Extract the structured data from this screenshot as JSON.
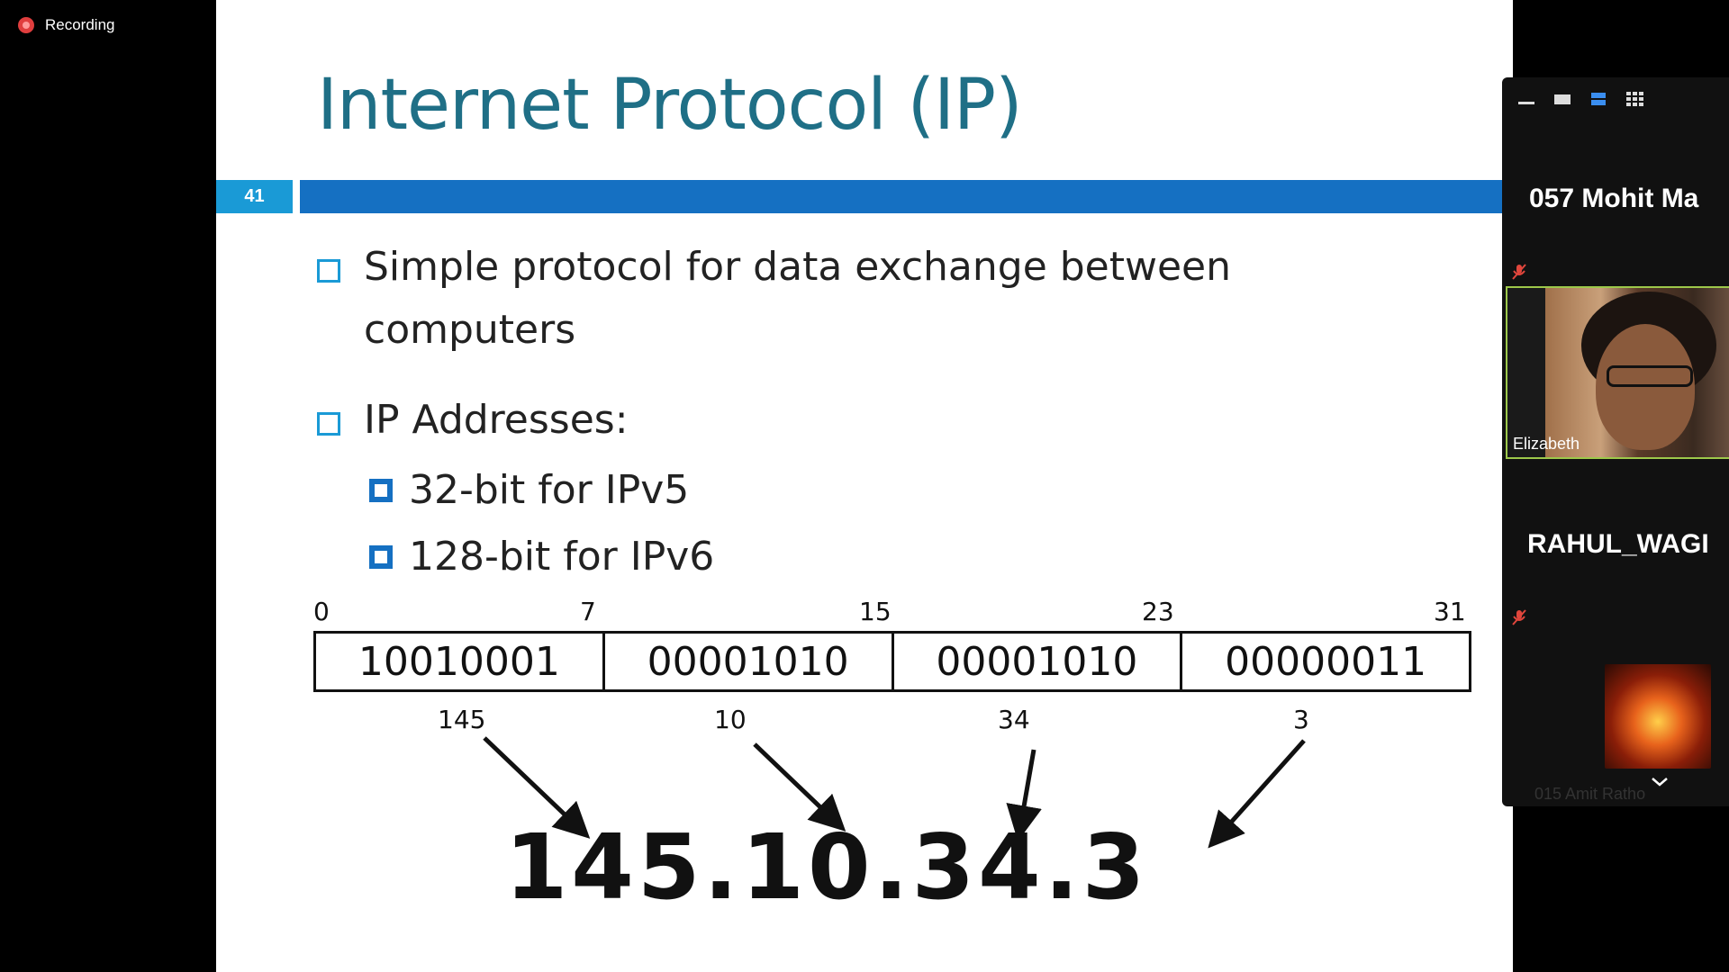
{
  "recording": {
    "label": "Recording"
  },
  "slide": {
    "title": "Internet Protocol (IP)",
    "number": "41",
    "bullets": [
      {
        "text": "Simple protocol for data exchange between computers"
      },
      {
        "text": "IP Addresses:"
      }
    ],
    "sub_bullets": [
      {
        "text": "32-bit for IPv5"
      },
      {
        "text": "128-bit for IPv6"
      }
    ],
    "diagram": {
      "bit_positions": [
        "0",
        "7",
        "15",
        "23",
        "31"
      ],
      "bytes": [
        "10010001",
        "00001010",
        "00001010",
        "00000011"
      ],
      "decimals": [
        "145",
        "10",
        "34",
        "3"
      ],
      "ip_address": "145.10.34.3"
    }
  },
  "participants": {
    "tiles": [
      {
        "name": "057 Mohit Ma"
      },
      {
        "name": "Elizabeth"
      },
      {
        "name": "RAHUL_WAGI"
      },
      {
        "name": "015 Amit Ratho"
      }
    ]
  },
  "colors": {
    "title": "#1f6f86",
    "bar": "#1570c2",
    "number_bg": "#1a9ad6",
    "active_border": "#9dc84a",
    "record_dot": "#e03e3e"
  }
}
